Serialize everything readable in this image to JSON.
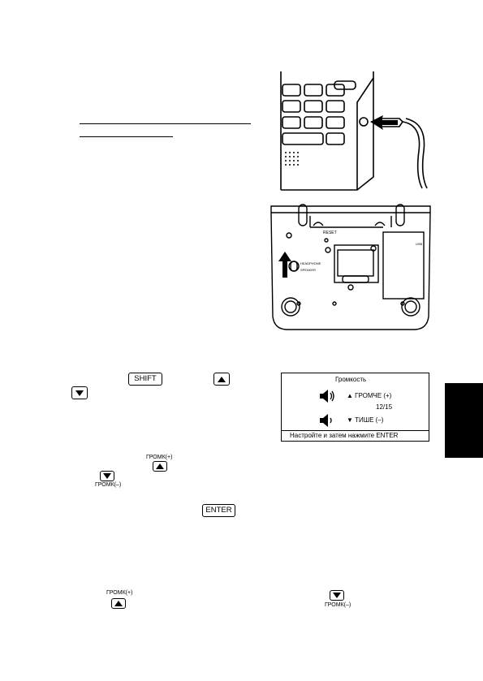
{
  "keys": {
    "shift": "SHIFT",
    "enter": "ENTER",
    "vol_up_label": "ГРОМК(+)",
    "vol_down_label": "ГРОМК(–)"
  },
  "icons": {
    "up": "up-arrow-key-icon",
    "down": "down-arrow-key-icon",
    "speaker": "speaker-icon"
  },
  "screen": {
    "title": "Громкость",
    "louder": "▲ ГРОМЧЕ (+)",
    "level": "12/15",
    "quieter": "▼ ТИШЕ (–)",
    "hint": "Настройте и затем нажмите ENTER"
  },
  "device_bottom": {
    "reset": "RESET",
    "headphone": "HEADPHONE",
    "speaker": "SPEAKER",
    "usb": "USB"
  },
  "colors": {
    "ink": "#000000",
    "paper": "#ffffff",
    "tab": "#000000"
  }
}
